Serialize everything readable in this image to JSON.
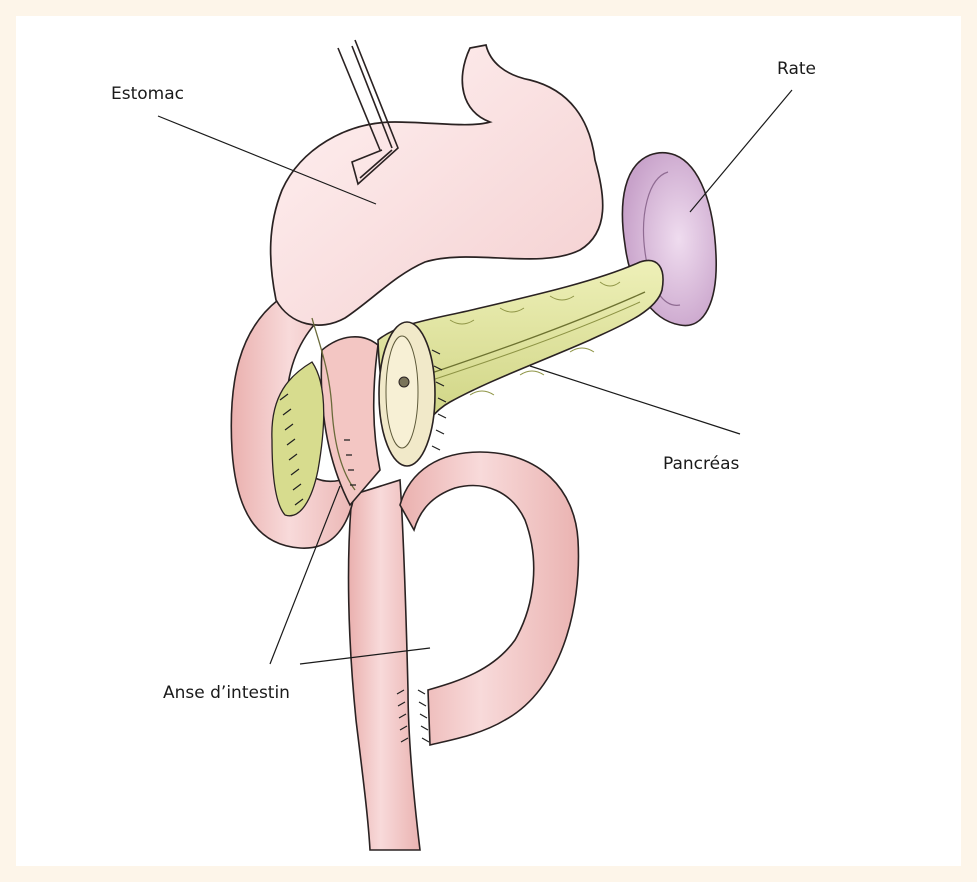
{
  "labels": {
    "stomach": "Estomac",
    "spleen": "Rate",
    "pancreas": "Pancréas",
    "intestine_loop": "Anse d’intestin"
  },
  "colors": {
    "background_border": "#fdf5e9",
    "stomach_fill": "#fbe3e4",
    "intestine_fill": "#f6d0cf",
    "intestine_shade": "#e9a9a8",
    "pancreas_fill": "#dfe3a0",
    "pancreas_shade": "#b9c06a",
    "spleen_fill": "#e3c8e3",
    "spleen_shade": "#c9a3cb",
    "outline": "#2a2222",
    "leader_line": "#1a1a1a"
  }
}
